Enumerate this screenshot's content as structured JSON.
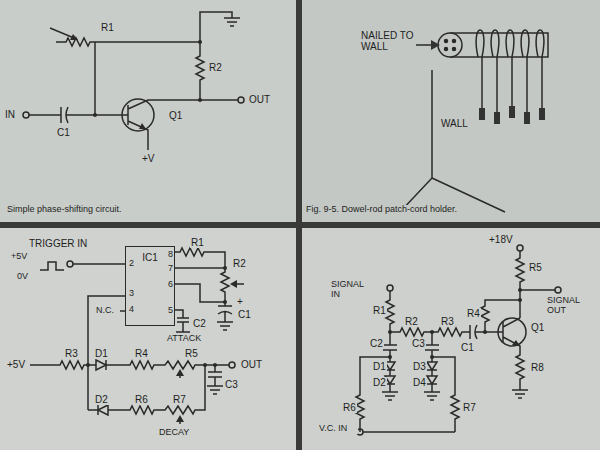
{
  "diagram": {
    "nodes": [
      {
        "text": [
          "IC1"
        ]
      }
    ],
    "labels": [
      "R1",
      "R2",
      "IN",
      "C1",
      "Q1",
      "OUT",
      "+V",
      "Simple phase-shifting circuit.",
      "NAILED TO WALL",
      "WALL",
      "Fig. 9-5. Dowel-rod patch-cord holder.",
      "TRIGGER IN",
      "+5V",
      "0V",
      "8",
      "2",
      "7",
      "6",
      "3",
      "N.C.",
      "4",
      "5",
      "R1",
      "R2",
      "+",
      "C1",
      "C2",
      "+5V",
      "R3",
      "D1",
      "R4",
      "ATTACK",
      "R5",
      "OUT",
      "C3",
      "D2",
      "R6",
      "R7",
      "DECAY",
      "+18V",
      "R5",
      "SIGNAL IN",
      "SIGNAL OUT",
      "R4",
      "R1",
      "R2",
      "R3",
      "C1",
      "Q1",
      "C2",
      "C3",
      "D1",
      "D3",
      "D2",
      "D4",
      "R8",
      "R6",
      "R7",
      "V.C. IN"
    ]
  }
}
